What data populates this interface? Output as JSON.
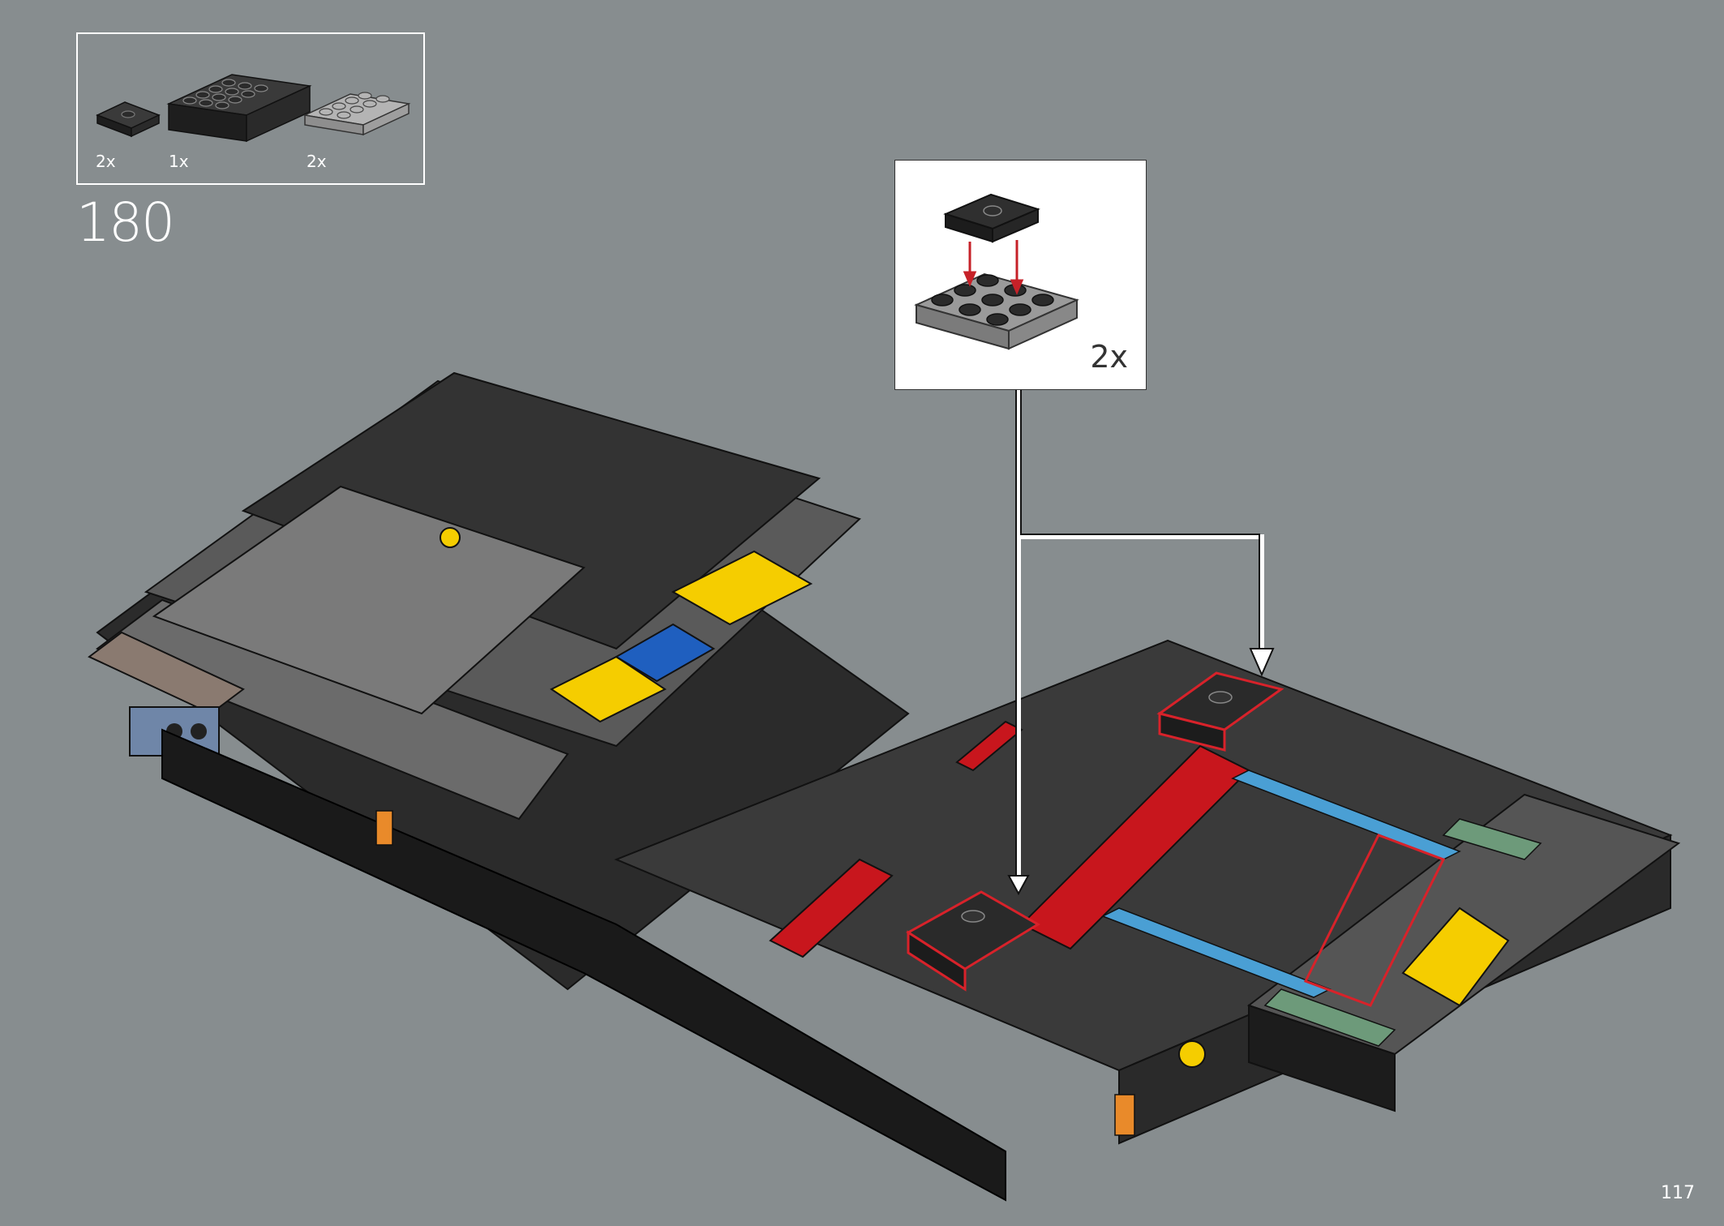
{
  "parts": [
    {
      "qty": "2x",
      "name": "plate 2x2 with center stud",
      "color": "#2b2b2b"
    },
    {
      "qty": "1x",
      "name": "brick 2x6",
      "color": "#2b2b2b"
    },
    {
      "qty": "2x",
      "name": "plate 2x4",
      "color": "#a5a5a5"
    }
  ],
  "step": "180",
  "callout": {
    "qty": "2x"
  },
  "page": "117",
  "colors": {
    "background": "#878d8f",
    "highlight": "#d8222a",
    "arrow_fill": "#ffffff"
  }
}
